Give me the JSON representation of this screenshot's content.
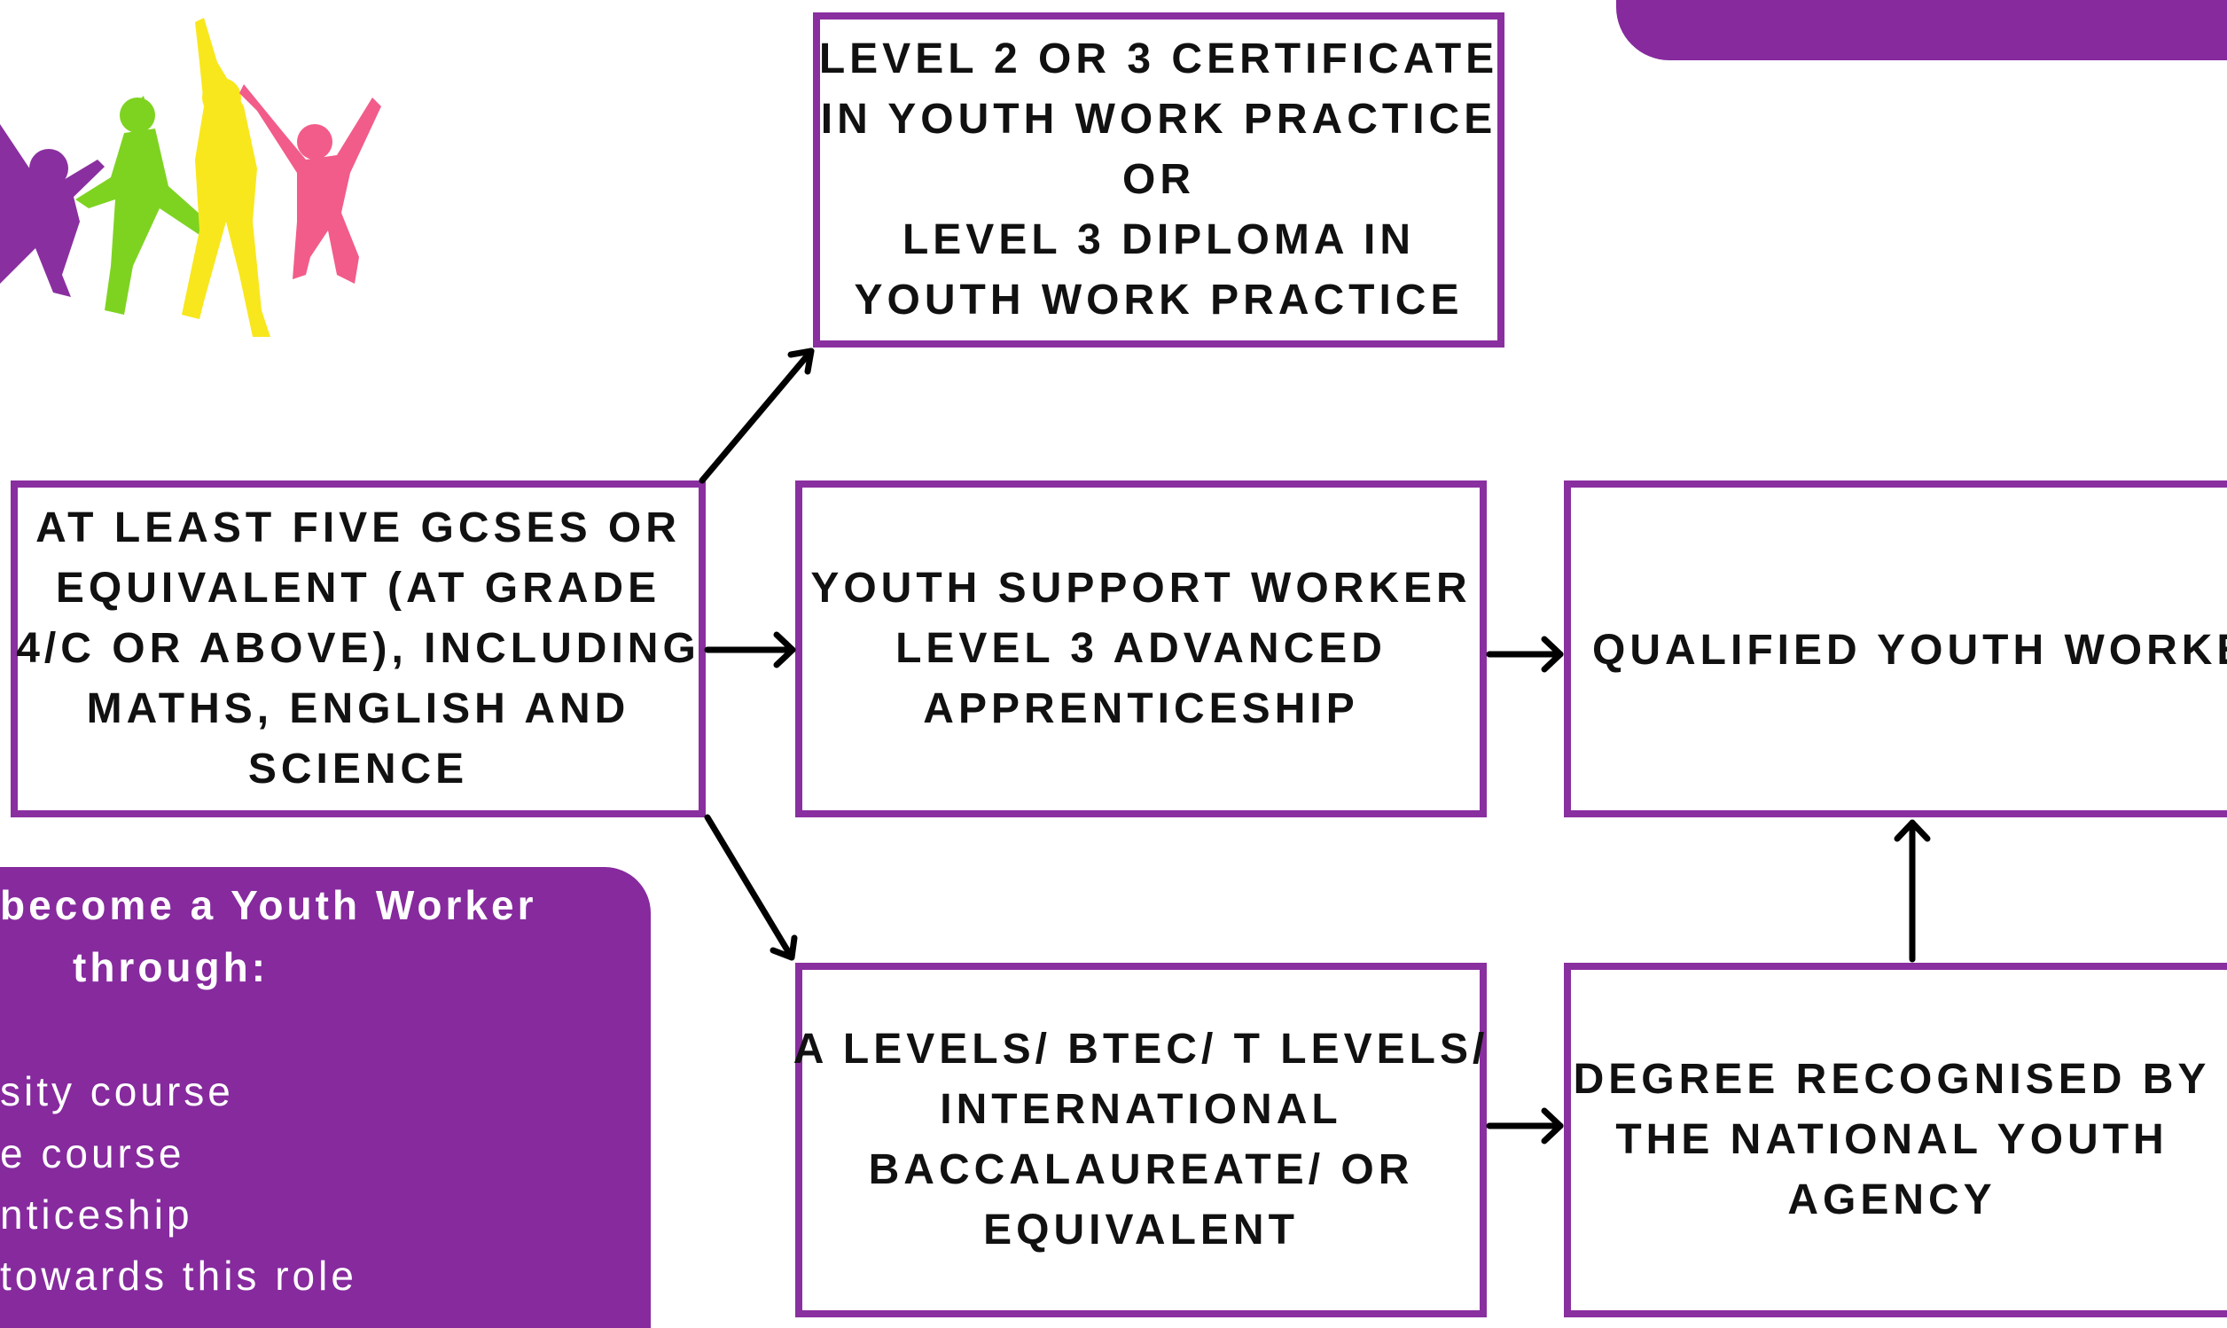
{
  "boxes": {
    "gcse": [
      "AT LEAST FIVE GCSES OR",
      "EQUIVALENT (AT GRADE",
      "4/C OR ABOVE), INCLUDING",
      "MATHS, ENGLISH AND",
      "SCIENCE"
    ],
    "certificate": [
      "LEVEL 2 OR 3 CERTIFICATE",
      "IN YOUTH WORK PRACTICE",
      "OR",
      "LEVEL 3 DIPLOMA IN",
      "YOUTH WORK PRACTICE"
    ],
    "apprenticeship": [
      "YOUTH SUPPORT WORKER",
      "LEVEL 3 ADVANCED",
      "APPRENTICESHIP"
    ],
    "qualified": [
      "QUALIFIED YOUTH WORKER"
    ],
    "alevels": [
      "A LEVELS/ BTEC/ T LEVELS/",
      "INTERNATIONAL",
      "BACCALAUREATE/ OR",
      "EQUIVALENT"
    ],
    "degree": [
      "DEGREE RECOGNISED BY",
      "THE NATIONAL YOUTH",
      "AGENCY"
    ]
  },
  "panel": {
    "heading_1": "become a Youth Worker",
    "heading_2": "through:",
    "items": [
      "sity course",
      "e course",
      "nticeship",
      "towards this role"
    ]
  },
  "colors": {
    "accent": "#862a9e",
    "border": "#8a2fa0",
    "figure_purple": "#8a2fa0",
    "figure_green": "#7ed321",
    "figure_yellow": "#f8e71c",
    "figure_pink": "#f25c8a"
  },
  "icons": [
    "jumping-people-illustration",
    "arrow-icon"
  ]
}
